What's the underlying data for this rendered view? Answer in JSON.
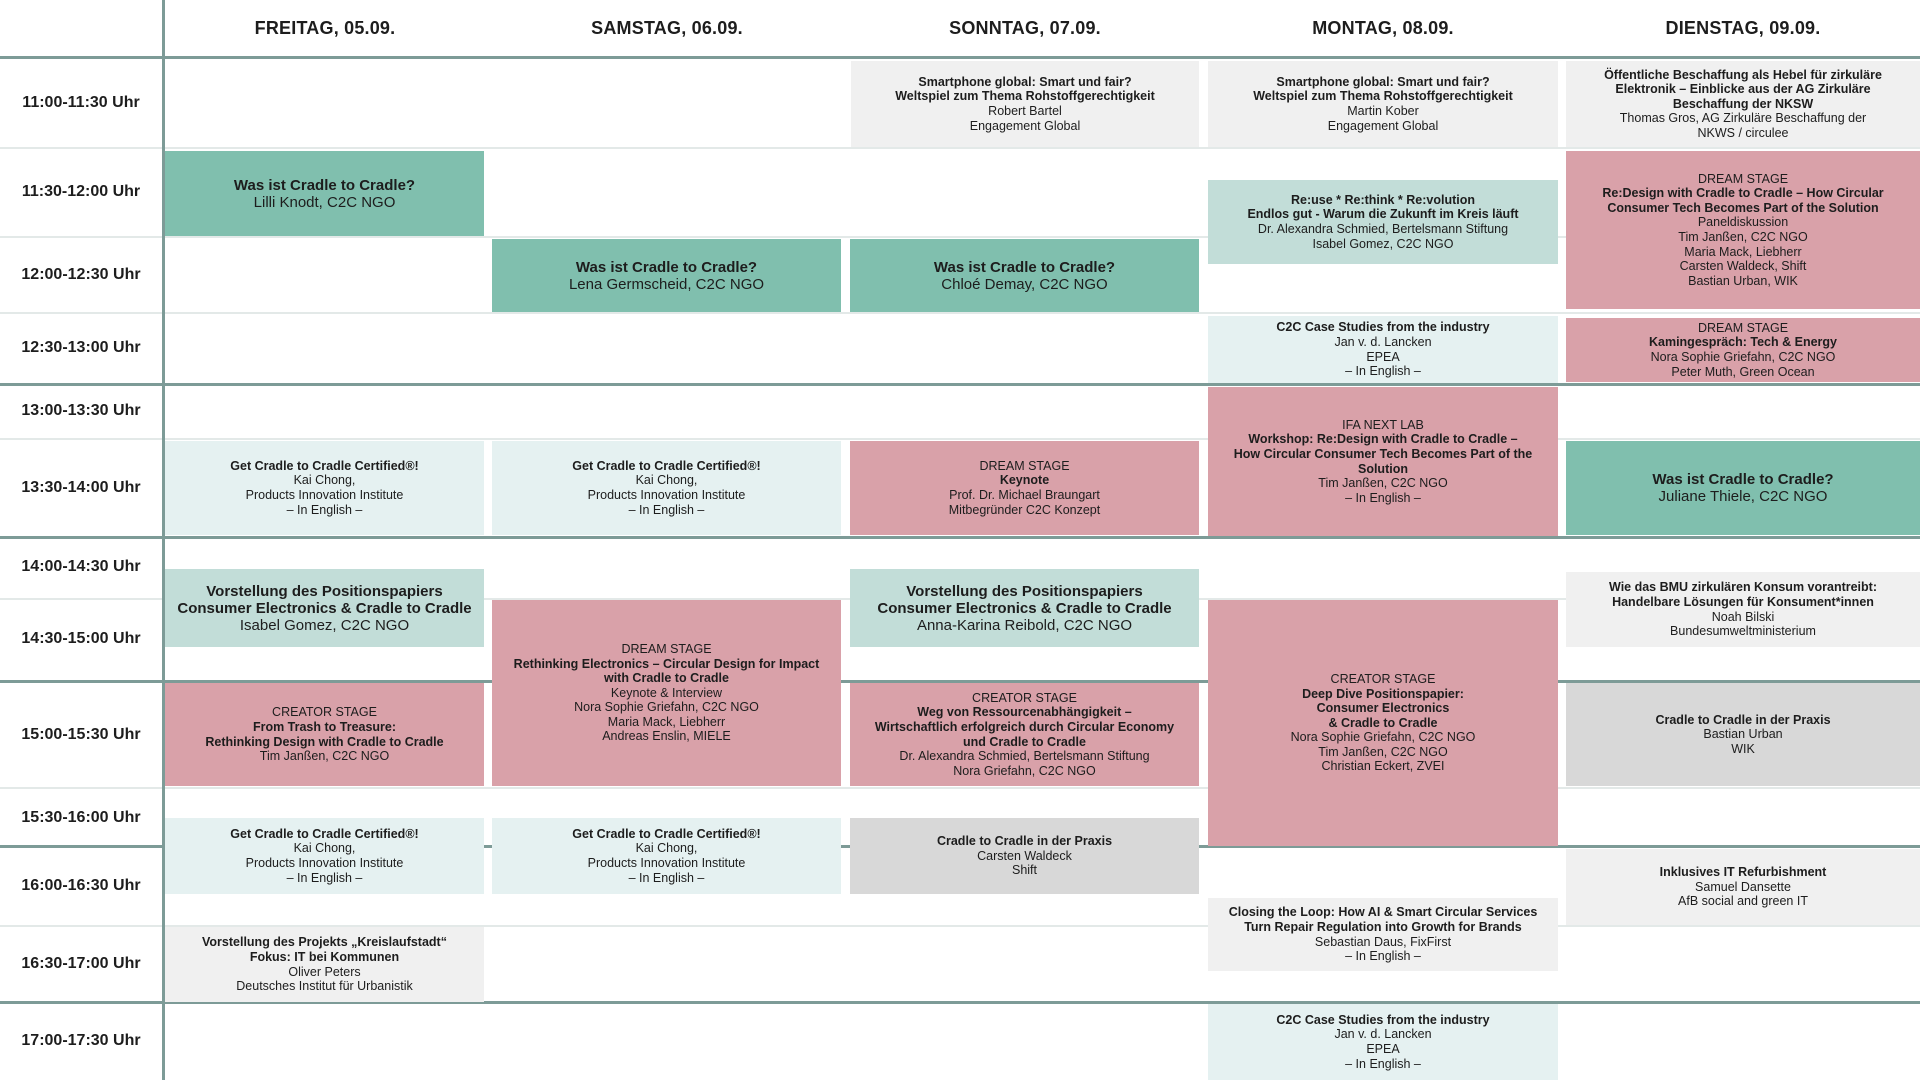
{
  "days": [
    "FREITAG, 05.09.",
    "SAMSTAG, 06.09.",
    "SONNTAG, 07.09.",
    "MONTAG, 08.09.",
    "DIENSTAG, 09.09."
  ],
  "times": [
    "11:00-11:30 Uhr",
    "11:30-12:00 Uhr",
    "12:00-12:30 Uhr",
    "12:30-13:00 Uhr",
    "13:00-13:30 Uhr",
    "13:30-14:00 Uhr",
    "14:00-14:30 Uhr",
    "14:30-15:00 Uhr",
    "15:00-15:30 Uhr",
    "15:30-16:00 Uhr",
    "16:00-16:30 Uhr",
    "16:30-17:00 Uhr",
    "17:00-17:30 Uhr"
  ],
  "colors": {
    "line": "#7d9b97",
    "teal": "#80bfae",
    "light_teal": "#c2ddd8",
    "pale": "#e5f1f1",
    "pink": "#d9a1a9",
    "gray": "#f0f0f0",
    "dark_gray": "#d8d8d8"
  },
  "sessions": [
    {
      "day": "Sonntag",
      "title": "Smartphone global: Smart und fair?\nWeltspiel zum Thema Rohstoffgerechtigkeit",
      "details": "Robert Bartel\nEngagement Global"
    },
    {
      "day": "Montag",
      "title": "Smartphone global: Smart und fair?\nWeltspiel zum Thema Rohstoffgerechtigkeit",
      "details": "Martin Kober\nEngagement Global"
    },
    {
      "day": "Dienstag",
      "title": "Öffentliche Beschaffung als Hebel für zirkuläre\nElektronik – Einblicke aus der AG Zirkuläre\nBeschaffung der NKSW",
      "details": "Thomas Gros, AG Zirkuläre Beschaffung der\nNKWS / circulee"
    },
    {
      "day": "Freitag",
      "title": "Was ist Cradle to Cradle?",
      "details": "Lilli Knodt, C2C NGO"
    },
    {
      "day": "Montag",
      "title": "Re:use * Re:think * Re:volution\nEndlos gut - Warum die Zukunft im Kreis läuft",
      "details": "Dr. Alexandra Schmied, Bertelsmann Stiftung\nIsabel Gomez, C2C NGO"
    },
    {
      "day": "Dienstag",
      "stage": "DREAM STAGE",
      "title": "Re:Design with Cradle to Cradle – How Circular\nConsumer Tech Becomes Part of the Solution",
      "details": "Paneldiskussion\nTim Janßen, C2C NGO\nMaria Mack, Liebherr\nCarsten Waldeck, Shift\nBastian Urban, WIK"
    },
    {
      "day": "Samstag",
      "title": "Was ist Cradle to Cradle?",
      "details": "Lena Germscheid, C2C NGO"
    },
    {
      "day": "Sonntag",
      "title": "Was ist Cradle to Cradle?",
      "details": "Chloé Demay, C2C NGO"
    },
    {
      "day": "Montag",
      "title": "C2C Case Studies from the industry",
      "details": "Jan v. d. Lancken\nEPEA\n– In English –"
    },
    {
      "day": "Dienstag",
      "stage": "DREAM STAGE",
      "title": "Kamingespräch: Tech & Energy",
      "details": "Nora Sophie Griefahn, C2C NGO\nPeter Muth, Green Ocean"
    },
    {
      "day": "Montag",
      "stage": "IFA NEXT LAB",
      "title": "Workshop: Re:Design with Cradle to Cradle –\nHow Circular Consumer Tech Becomes Part of the\nSolution",
      "details": "Tim Janßen, C2C NGO\n– In English –"
    },
    {
      "day": "Freitag",
      "title": "Get Cradle to Cradle Certified®!",
      "details": "Kai Chong,\nProducts Innovation Institute\n– In English –"
    },
    {
      "day": "Samstag",
      "title": "Get Cradle to Cradle Certified®!",
      "details": "Kai Chong,\nProducts Innovation Institute\n– In English –"
    },
    {
      "day": "Sonntag",
      "stage": "DREAM STAGE",
      "title": "Keynote",
      "details": "Prof. Dr. Michael Braungart\nMitbegründer C2C Konzept"
    },
    {
      "day": "Dienstag",
      "title": "Was ist Cradle to Cradle?",
      "details": "Juliane Thiele, C2C NGO"
    },
    {
      "day": "Freitag",
      "title": "Vorstellung des Positionspapiers\nConsumer Electronics & Cradle to Cradle",
      "details": "Isabel Gomez, C2C NGO"
    },
    {
      "day": "Samstag",
      "stage": "DREAM STAGE",
      "title": "Rethinking Electronics – Circular Design for Impact\nwith Cradle to Cradle",
      "details": "Keynote & Interview\nNora Sophie Griefahn, C2C NGO\nMaria Mack, Liebherr\nAndreas Enslin, MIELE"
    },
    {
      "day": "Sonntag",
      "title": "Vorstellung des Positionspapiers\nConsumer Electronics & Cradle to Cradle",
      "details": "Anna-Karina Reibold, C2C NGO"
    },
    {
      "day": "Montag",
      "stage": "CREATOR STAGE",
      "title": "Deep Dive Positionspapier:\nConsumer Electronics\n& Cradle to Cradle",
      "details": "Nora Sophie Griefahn, C2C NGO\nTim Janßen, C2C NGO\nChristian Eckert, ZVEI"
    },
    {
      "day": "Dienstag",
      "title": "Wie das BMU zirkulären Konsum vorantreibt:\nHandelbare Lösungen für Konsument*innen",
      "details": "Noah Bilski\nBundesumweltministerium"
    },
    {
      "day": "Freitag",
      "stage": "CREATOR STAGE",
      "title": "From Trash to Treasure:\nRethinking Design with Cradle to Cradle",
      "details": "Tim Janßen, C2C NGO"
    },
    {
      "day": "Sonntag",
      "stage": "CREATOR STAGE",
      "title": "Weg von Ressourcenabhängigkeit –\nWirtschaftlich erfolgreich durch Circular Economy\nund Cradle to Cradle",
      "details": "Dr. Alexandra Schmied, Bertelsmann Stiftung\nNora Griefahn, C2C NGO"
    },
    {
      "day": "Dienstag",
      "title": "Cradle to Cradle in der Praxis",
      "details": "Bastian Urban\nWIK"
    },
    {
      "day": "Freitag",
      "title": "Get Cradle to Cradle Certified®!",
      "details": "Kai Chong,\nProducts Innovation Institute\n– In English –"
    },
    {
      "day": "Samstag",
      "title": "Get Cradle to Cradle Certified®!",
      "details": "Kai Chong,\nProducts Innovation Institute\n– In English –"
    },
    {
      "day": "Sonntag",
      "title": "Cradle to Cradle in der Praxis",
      "details": "Carsten Waldeck\nShift"
    },
    {
      "day": "Dienstag",
      "title": "Inklusives IT Refurbishment",
      "details": "Samuel Dansette\nAfB social and green IT"
    },
    {
      "day": "Montag",
      "title": "Closing the Loop: How AI & Smart Circular Services\nTurn Repair Regulation into Growth for Brands",
      "details": "Sebastian Daus, FixFirst\n– In English –"
    },
    {
      "day": "Freitag",
      "title": "Vorstellung des Projekts „Kreislaufstadt“\nFokus: IT bei Kommunen",
      "details": "Oliver Peters\nDeutsches Institut für Urbanistik"
    },
    {
      "day": "Montag",
      "title": "C2C Case Studies from the industry",
      "details": "Jan v. d. Lancken\nEPEA\n– In English –"
    }
  ]
}
